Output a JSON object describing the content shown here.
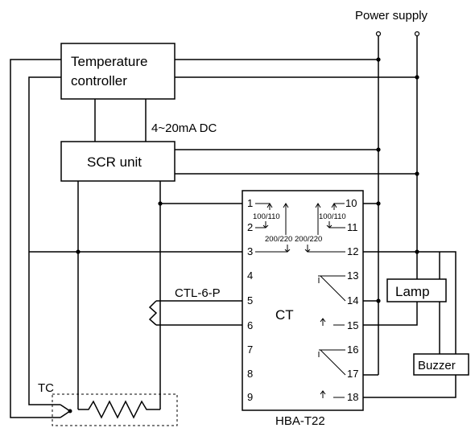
{
  "power_supply": "Power supply",
  "temperature_controller": [
    "Temperature",
    "controller"
  ],
  "signal": "4~20mA DC",
  "scr_unit": "SCR unit",
  "ct_sensor": "CTL-6-P",
  "ct": "CT",
  "thermocouple": "TC",
  "lamp": "Lamp",
  "buzzer": "Buzzer",
  "module": "HBA-T22",
  "left_pins": [
    "1",
    "2",
    "3",
    "4",
    "5",
    "6",
    "7",
    "8",
    "9"
  ],
  "right_pins": [
    "10",
    "11",
    "12",
    "13",
    "14",
    "15",
    "16",
    "17",
    "18"
  ],
  "voltage_labels": {
    "left_low": "100/110",
    "left_high": "200/220",
    "right_low": "100/110",
    "right_high": "200/220"
  }
}
